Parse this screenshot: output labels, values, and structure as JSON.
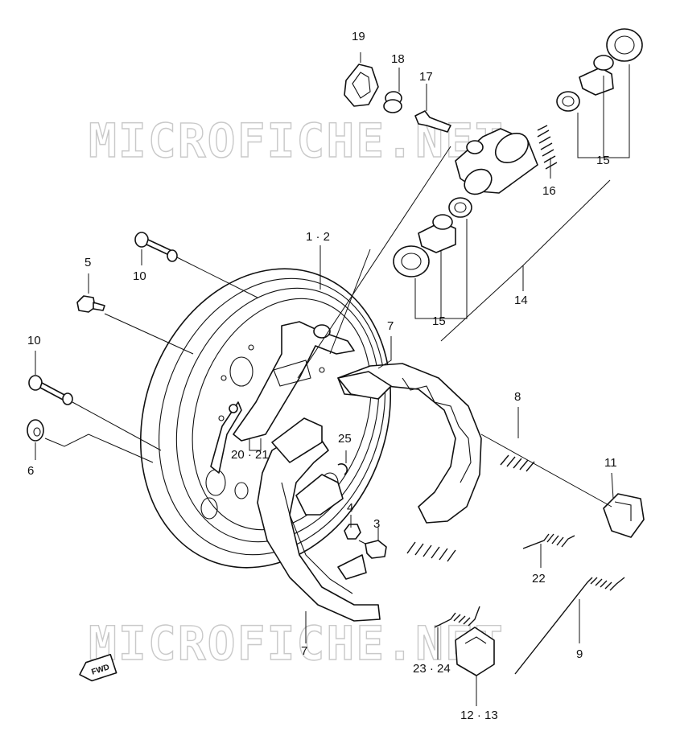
{
  "watermark": "MICROFICHE.NET",
  "fwd_badge": "FWD",
  "labels": {
    "p1_2": "1 · 2",
    "p3": "3",
    "p4": "4",
    "p5": "5",
    "p6": "6",
    "p7a": "7",
    "p7b": "7",
    "p8": "8",
    "p9": "9",
    "p10a": "10",
    "p10b": "10",
    "p11": "11",
    "p12_13": "12 · 13",
    "p14": "14",
    "p15a": "15",
    "p15b": "15",
    "p16": "16",
    "p17": "17",
    "p18": "18",
    "p19": "19",
    "p20_21": "20 · 21",
    "p22": "22",
    "p23_24": "23 · 24",
    "p25": "25"
  }
}
